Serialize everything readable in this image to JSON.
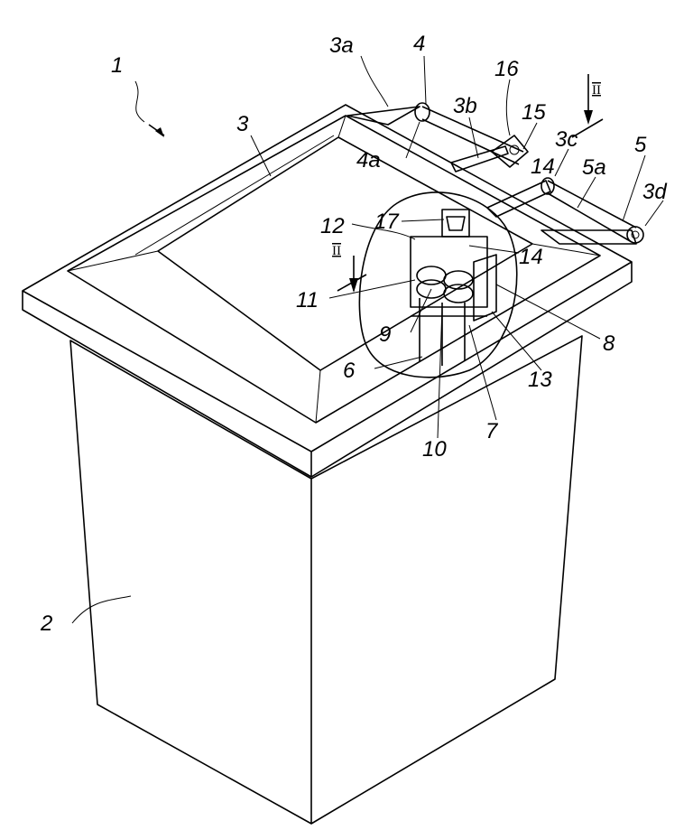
{
  "figure": {
    "labels": {
      "l1": "1",
      "l2": "2",
      "l3": "3",
      "l3a": "3a",
      "l3b": "3b",
      "l3c": "3c",
      "l3d": "3d",
      "l4": "4",
      "l4a": "4a",
      "l5": "5",
      "l5a": "5a",
      "l6": "6",
      "l7": "7",
      "l8": "8",
      "l9": "9",
      "l10": "10",
      "l11": "11",
      "l12": "12",
      "l13": "13",
      "l14a": "14",
      "l14b": "14",
      "l15": "15",
      "l16": "16",
      "l17": "17"
    },
    "section_marks": {
      "top": "II",
      "left": "II"
    }
  }
}
